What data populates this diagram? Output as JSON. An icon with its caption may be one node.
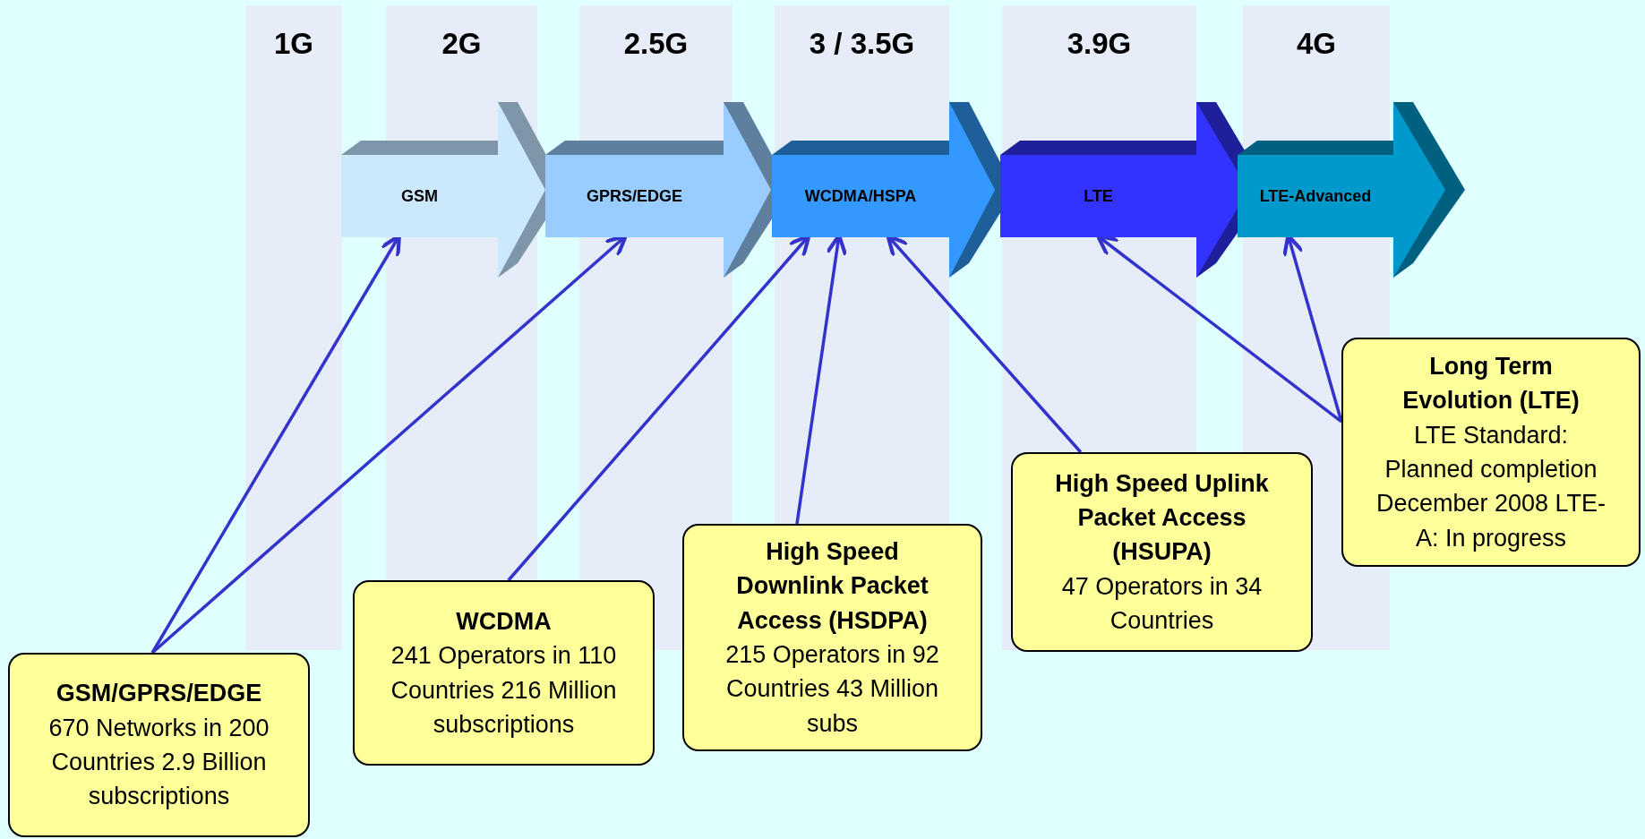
{
  "diagram": {
    "nodes": [
      {
        "text": [
          "GSM"
        ]
      },
      {
        "text": [
          "GPRS/EDGE"
        ]
      },
      {
        "text": [
          "WCDMA/HSPA"
        ]
      },
      {
        "text": [
          "LTE"
        ]
      },
      {
        "text": [
          "LTE-Advanced"
        ]
      },
      {
        "text": [
          "GSM/GPRS/EDGE",
          "670 Networks in 200 Countries 2.9 Billion subscriptions"
        ]
      },
      {
        "text": [
          "WCDMA",
          "241 Operators in 110 Countries 216 Million subscriptions"
        ]
      },
      {
        "text": [
          "High Speed Downlink Packet Access (HSDPA)",
          "215 Operators in 92 Countries 43 Million subs"
        ]
      },
      {
        "text": [
          "High Speed Uplink Packet Access (HSUPA)",
          "47 Operators in 34 Countries"
        ]
      },
      {
        "text": [
          "Long Term Evolution (LTE)",
          "LTE Standard: Planned completion December 2008 LTE-A: In progress"
        ]
      }
    ],
    "edges": [
      {
        "from": 5,
        "to": 0,
        "arrow": "to"
      },
      {
        "from": 5,
        "to": 1,
        "arrow": "to"
      },
      {
        "from": 6,
        "to": 2,
        "arrow": "to"
      },
      {
        "from": 7,
        "to": 2,
        "arrow": "to"
      },
      {
        "from": 8,
        "to": 2,
        "arrow": "to"
      },
      {
        "from": 9,
        "to": 3,
        "arrow": "to"
      },
      {
        "from": 9,
        "to": 4,
        "arrow": "to"
      }
    ],
    "labels": [
      "1G",
      "2G",
      "2.5G",
      "3 / 3.5G",
      "3.9G",
      "4G"
    ]
  }
}
